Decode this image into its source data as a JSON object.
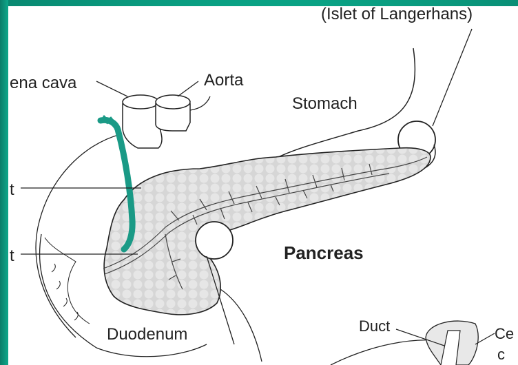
{
  "labels": {
    "islet": "(Islet of Langerhans)",
    "vena_cava": "ena cava",
    "aorta": "Aorta",
    "stomach": "Stomach",
    "pancreas": "Pancreas",
    "duodenum": "Duodenum",
    "duct": "Duct",
    "cut_label_1": "t",
    "cut_label_2": "t",
    "cut_label_3": "Ce",
    "cut_label_4": "c"
  },
  "colors": {
    "background": "#0aa385",
    "panel": "#ffffff",
    "pancreas_fill": "#d9d9d9",
    "bile_duct": "#1a9a86",
    "outline": "#222222"
  }
}
